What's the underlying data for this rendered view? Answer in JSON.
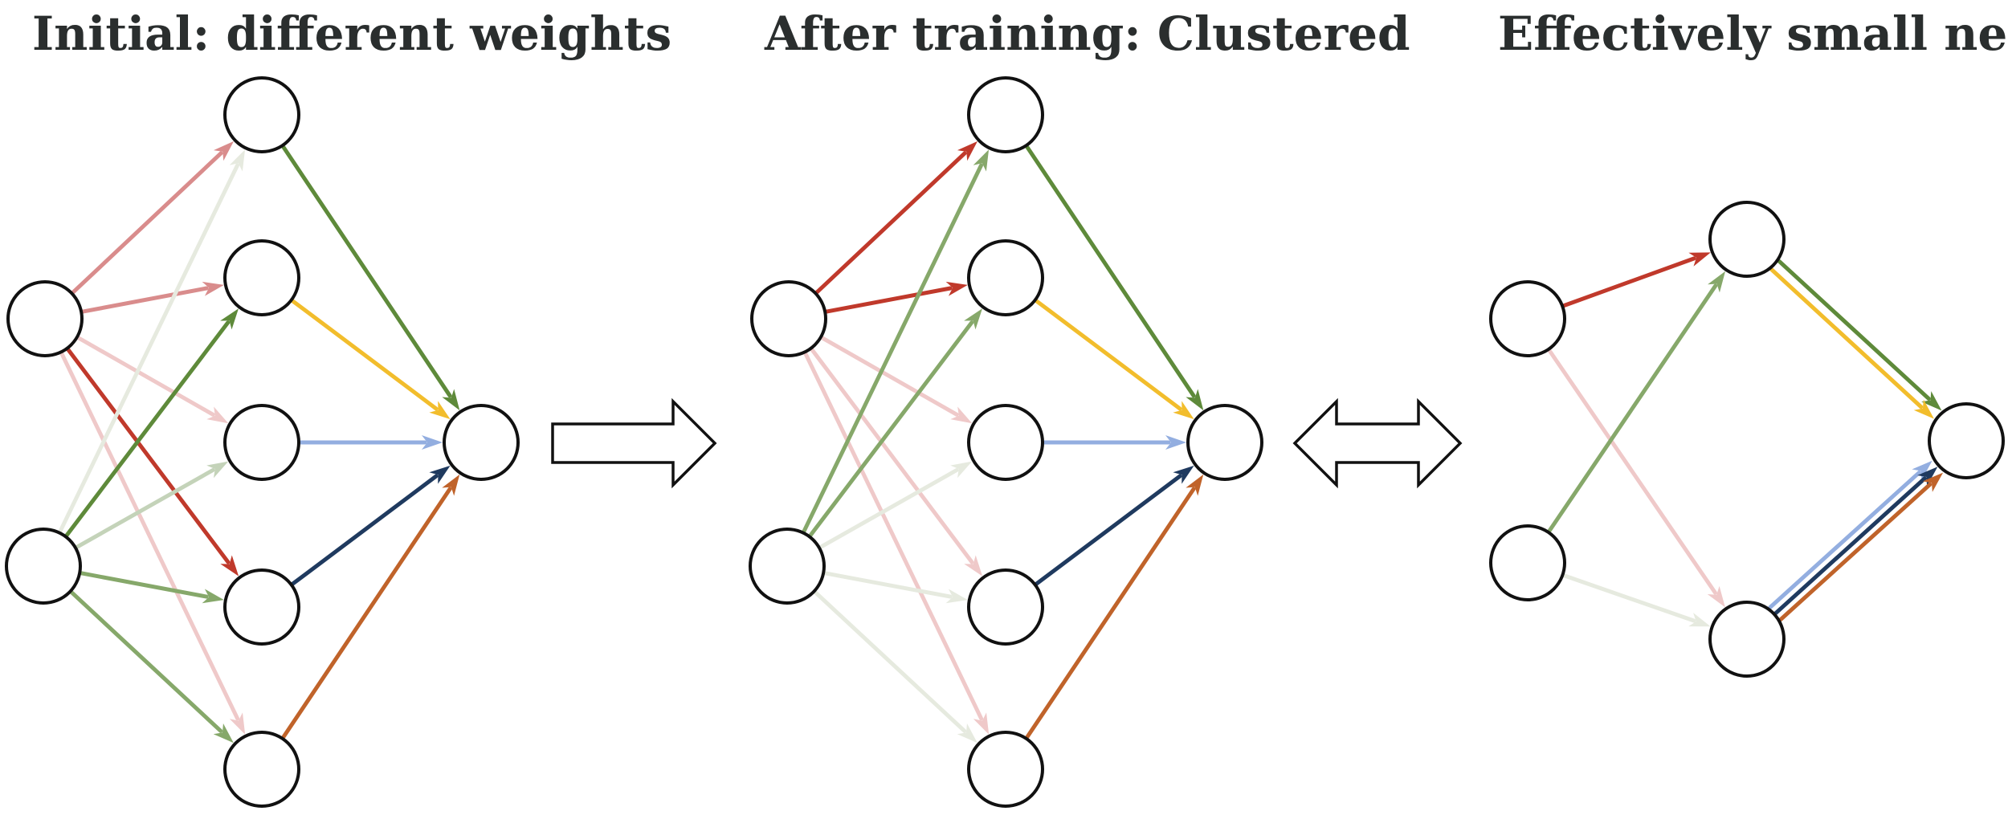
{
  "panels": [
    {
      "id": "initial",
      "title": "Initial: different weights"
    },
    {
      "id": "clustered",
      "title": "After training: Clustered"
    },
    {
      "id": "small",
      "title": "Effectively small net"
    }
  ],
  "colors": {
    "red": "#c0392b",
    "red_light": "#d98c8c",
    "red_faint": "#efc9c9",
    "green": "#5e8a3a",
    "green_mid": "#86a86a",
    "green_light": "#c4d3b9",
    "green_faint": "#e6eadf",
    "yellow": "#f2bd2c",
    "blue_light": "#93aee0",
    "navy": "#1f3a5f",
    "orange": "#c0632a",
    "node_stroke": "#111111"
  },
  "connectors": [
    {
      "id": "single-arrow",
      "kind": "right-arrow"
    },
    {
      "id": "double-arrow",
      "kind": "left-right-arrow"
    }
  ]
}
